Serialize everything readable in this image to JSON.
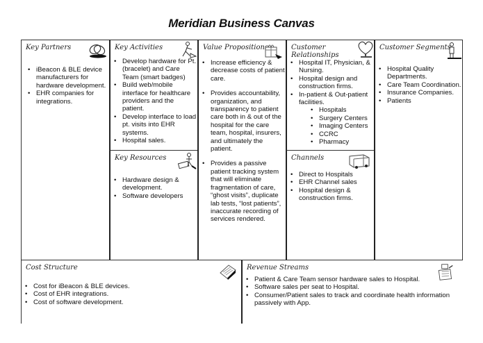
{
  "title": "Meridian Business Canvas",
  "key_partners": {
    "header": "Key Partners",
    "icon": "chain-links-icon",
    "items": [
      "iBeacon & BLE device manufacturers for hardware development.",
      "EHR companies for integrations."
    ]
  },
  "key_activities": {
    "header": "Key Activities",
    "icon": "worker-icon",
    "items": [
      "Develop hardware for Pt. (bracelet) and Care Team (smart badges)",
      "Build web/mobile interface for healthcare providers and the patient.",
      "Develop interface to load pt. visits into EHR systems.",
      "Hospital sales."
    ]
  },
  "key_resources": {
    "header": "Key Resources",
    "icon": "factory-worker-icon",
    "items": [
      "Hardware design & development.",
      "Software developers"
    ]
  },
  "value_propositions": {
    "header": "Value Propositions",
    "icon": "gift-icon",
    "items": [
      "Increase efficiency & decrease costs of patient care.",
      "Provides accountability, organization, and transparency to patient care both in & out of the hospital for the care team, hospital, insurers, and ultimately the patient.",
      "Provides a passive patient tracking system that will eliminate fragmentation of care, “ghost visits”, duplicate lab tests, “lost patients”, inaccurate recording of services rendered."
    ]
  },
  "customer_relationships": {
    "header": "Customer Relationships",
    "icon": "heart-icon",
    "items": [
      "Hospital IT, Physician, & Nursing.",
      "Hospital design and construction firms.",
      "In-patient & Out-patient facilities."
    ],
    "sub_items": [
      "Hospitals",
      "Surgery Centers",
      "Imaging Centers",
      "CCRC",
      "Pharmacy"
    ]
  },
  "channels": {
    "header": "Channels",
    "icon": "delivery-truck-icon",
    "items": [
      "Direct to Hospitals",
      "EHR Channel sales",
      "Hospital design & construction firms."
    ]
  },
  "customer_segments": {
    "header": "Customer Segments",
    "icon": "person-icon",
    "items": [
      "Hospital Quality Departments.",
      "Care Team Coordination.",
      "Insurance Companies.",
      "Patients"
    ]
  },
  "cost_structure": {
    "header": "Cost Structure",
    "icon": "price-tag-icon",
    "items": [
      "Cost for iBeacon & BLE devices.",
      "Cost of EHR integrations.",
      "Cost of software development."
    ]
  },
  "revenue_streams": {
    "header": "Revenue Streams",
    "icon": "cash-register-icon",
    "items": [
      "Patient & Care Team sensor hardware sales to Hospital.",
      "Software sales per seat to Hospital.",
      "Consumer/Patient sales to track and coordinate health information passively with App."
    ]
  }
}
